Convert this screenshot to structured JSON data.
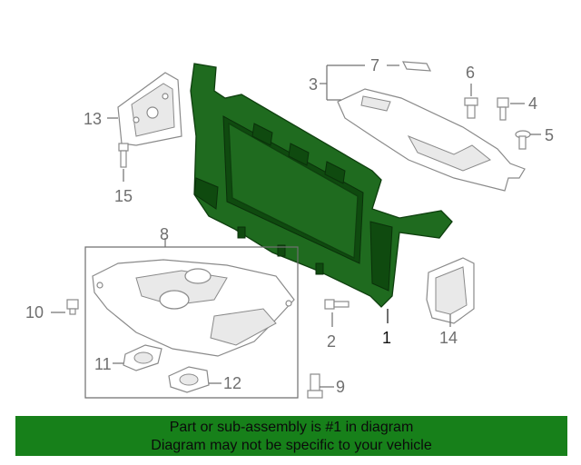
{
  "callouts": {
    "c1": "1",
    "c2": "2",
    "c3": "3",
    "c4": "4",
    "c5": "5",
    "c6": "6",
    "c7": "7",
    "c8": "8",
    "c9": "9",
    "c10": "10",
    "c11": "11",
    "c12": "12",
    "c13": "13",
    "c14": "14",
    "c15": "15"
  },
  "banner": {
    "line1": "Part or sub-assembly is #1 in diagram",
    "line2": "Diagram may not be specific to your vehicle"
  },
  "colors": {
    "highlight_part": "#1f6b1f",
    "banner_background": "#17801a",
    "callout_text": "#6f6f6f"
  }
}
